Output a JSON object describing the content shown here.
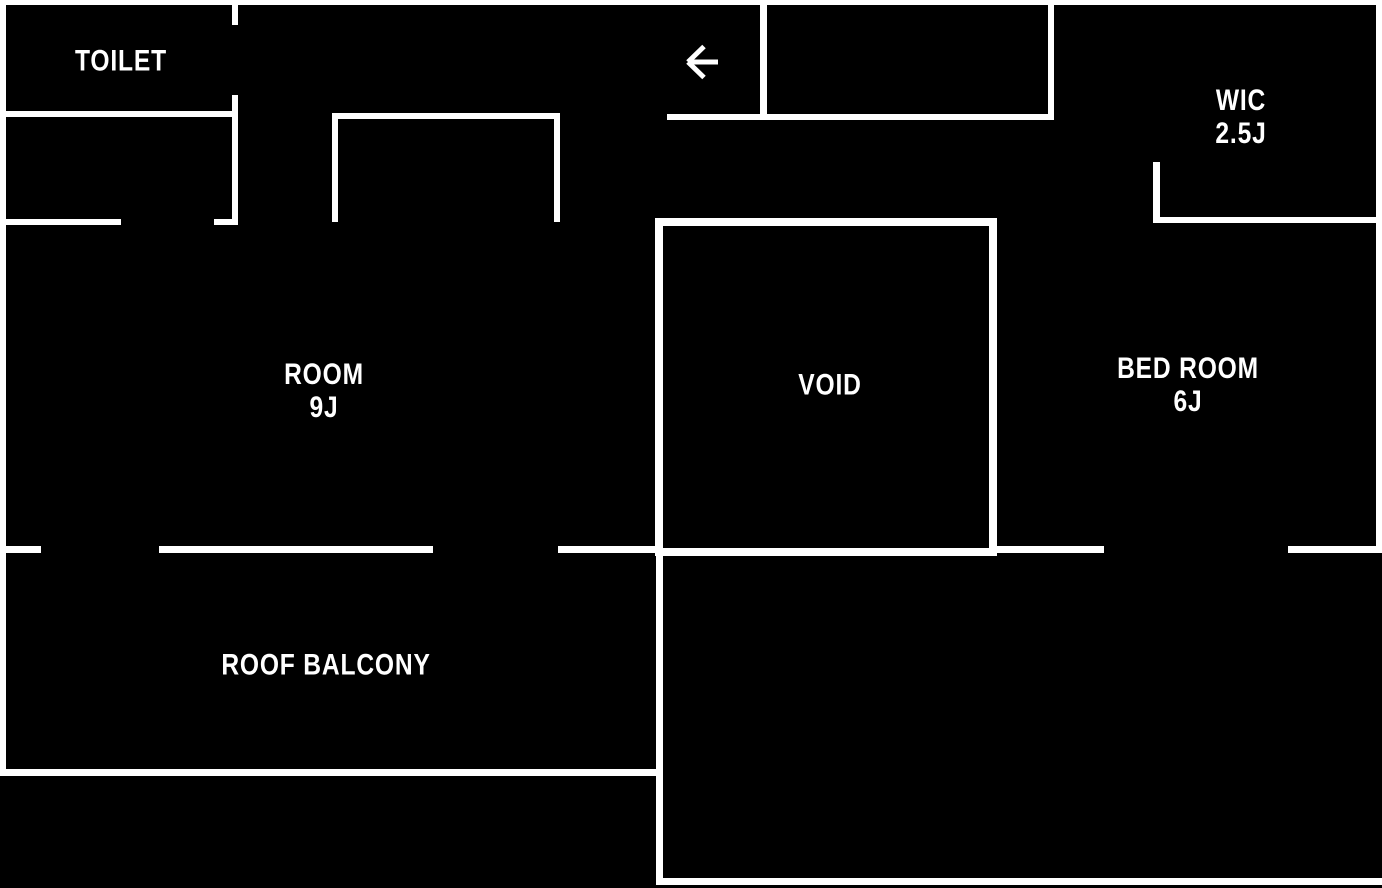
{
  "floorplan": {
    "background_color": "#000000",
    "wall_color": "#ffffff",
    "entry_arrow": {
      "icon": "left-arrow-icon",
      "glyph": "←",
      "points": "left"
    },
    "rooms": {
      "toilet": {
        "name": "TOILET"
      },
      "wic": {
        "name": "WIC",
        "size": "2.5J"
      },
      "room": {
        "name": "ROOM",
        "size": "9J"
      },
      "void": {
        "name": "VOID"
      },
      "bed_room": {
        "name": "BED ROOM",
        "size": "6J"
      },
      "roof_balcony": {
        "name": "ROOF BALCONY"
      }
    }
  }
}
